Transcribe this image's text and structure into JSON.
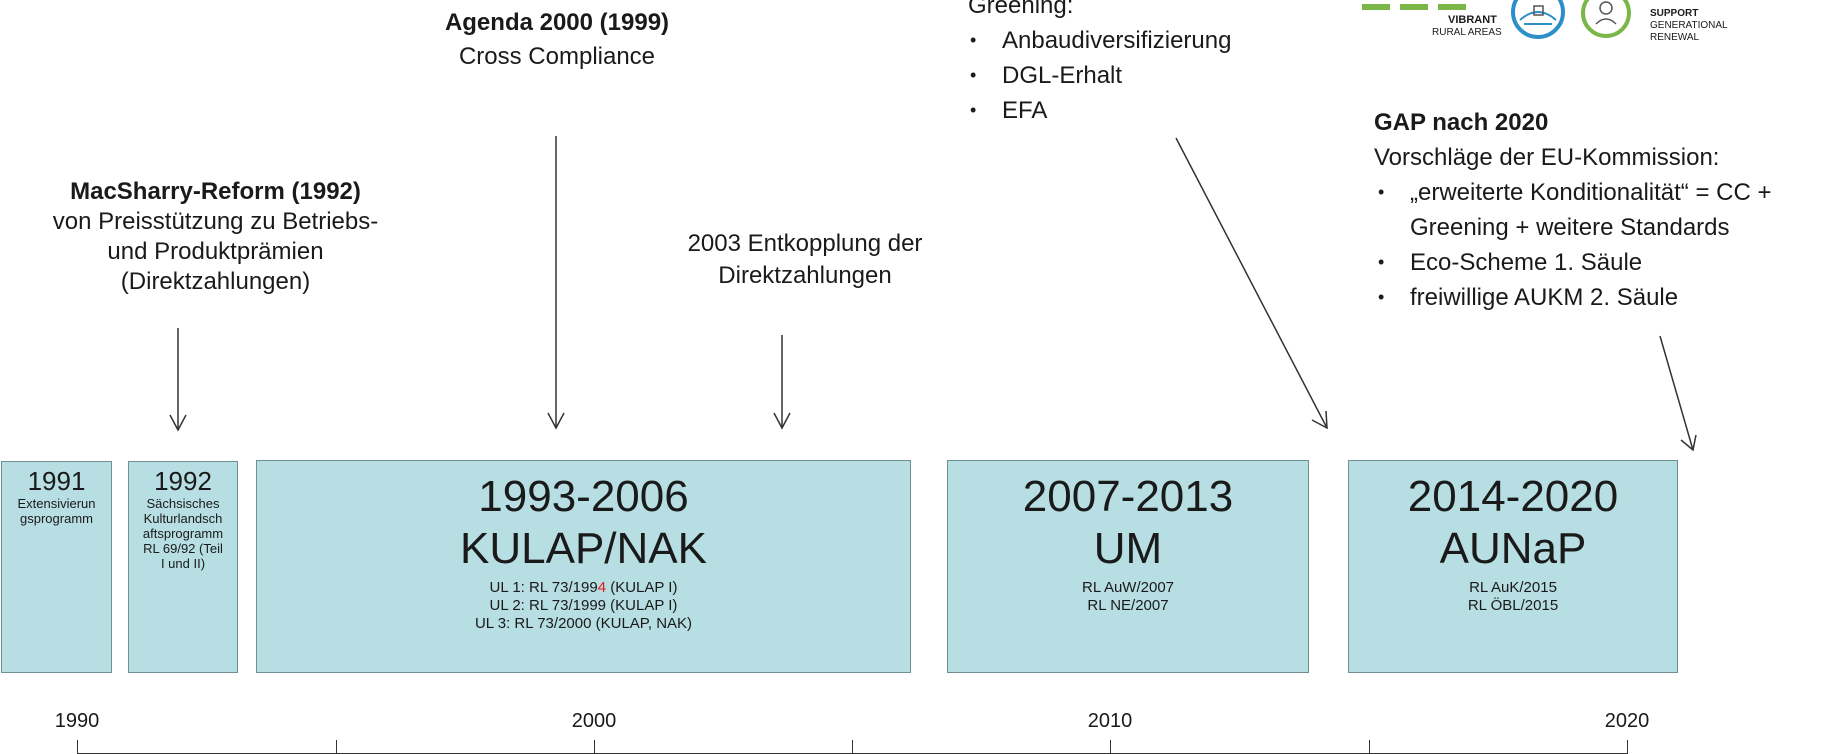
{
  "macsharry": {
    "title": "MacSharry-Reform (1992)",
    "line1": "von Preisstützung zu Betriebs-",
    "line2": "und Produktprämien",
    "line3": "(Direktzahlungen)"
  },
  "agenda2000": {
    "title": "Agenda 2000 (1999)",
    "subtitle": "Cross Compliance"
  },
  "entkopplung": {
    "line1": "2003 Entkopplung der",
    "line2": "Direktzahlungen"
  },
  "greening": {
    "heading": "Greening:",
    "items": [
      "Anbaudiversifizierung",
      "DGL-Erhalt",
      "EFA"
    ]
  },
  "gap2020": {
    "title": "GAP nach 2020",
    "subtitle": "Vorschläge der EU-Kommission:",
    "items": [
      "„erweiterte Konditionalität“ = CC +",
      "Greening + weitere Standards",
      "Eco-Scheme 1. Säule",
      "freiwillige AUKM 2. Säule"
    ]
  },
  "logo": {
    "label1_a": "VIBRANT",
    "label1_b": "RURAL AREAS",
    "label2_a": "SUPPORT",
    "label2_b": "GENERATIONAL",
    "label2_c": "RENEWAL",
    "colors": [
      "#7ab648",
      "#2d8fc9"
    ]
  },
  "programs": [
    {
      "years": "1991",
      "desc_lines": [
        "Extensivierun",
        "gsprogramm"
      ]
    },
    {
      "years": "1992",
      "desc_lines": [
        "Sächsisches",
        "Kulturlandsch",
        "aftsprogramm",
        "RL 69/92 (Teil",
        "I und II)"
      ]
    },
    {
      "years": "1993-2006",
      "name": "KULAP/NAK",
      "ul1_pre": "UL 1: RL 73/199",
      "ul1_red": "4",
      "ul1_post": " (KULAP I)",
      "ul2": "UL 2: RL 73/1999 (KULAP I)",
      "ul3": "UL 3: RL 73/2000 (KULAP, NAK)"
    },
    {
      "years": "2007-2013",
      "name": "UM",
      "lines": [
        "RL AuW/2007",
        "RL NE/2007"
      ]
    },
    {
      "years": "2014-2020",
      "name": "AUNaP",
      "lines": [
        "RL AuK/2015",
        "RL ÖBL/2015"
      ]
    }
  ],
  "axis": {
    "labels": [
      "1990",
      "2000",
      "2010",
      "2020"
    ]
  }
}
